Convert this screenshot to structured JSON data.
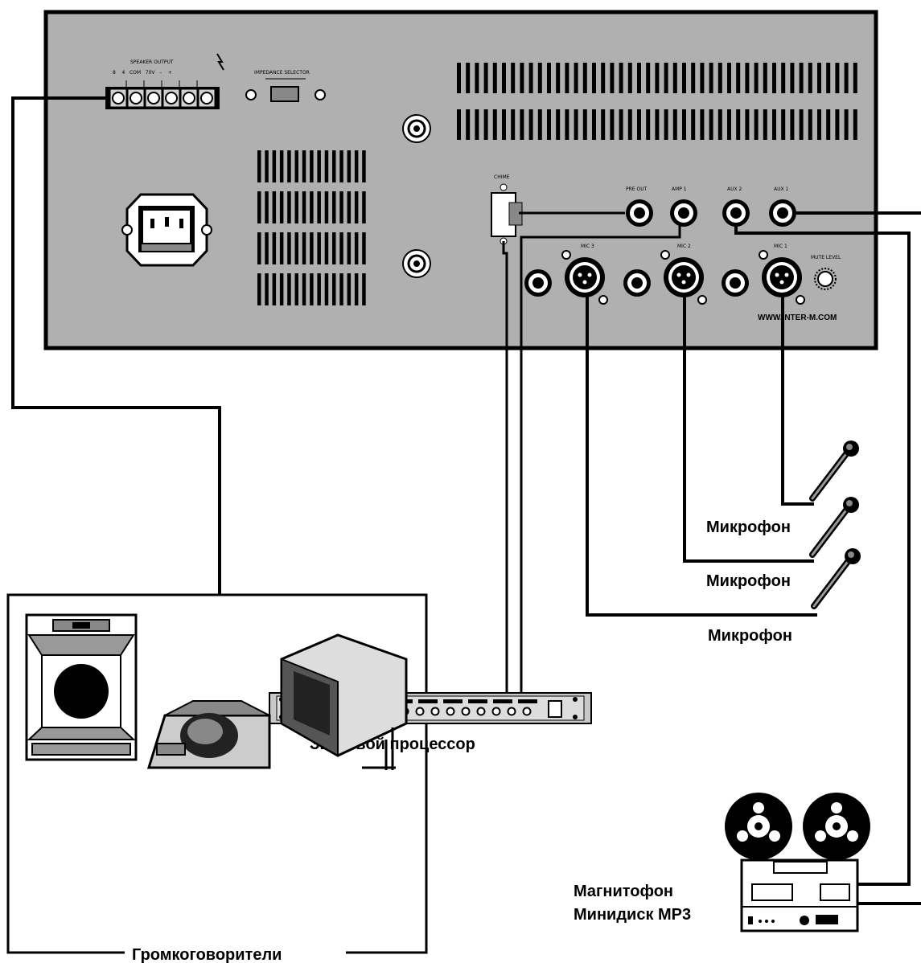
{
  "panel": {
    "speaker_output": "SPEAKER OUTPUT",
    "impedance_selector": "IMPEDANCE SELECTOR",
    "website": "WWW.INTER-M.COM",
    "chime": "CHIME",
    "pre_out": "PRE OUT",
    "amp1": "AMP 1",
    "aux2": "AUX 2",
    "aux1": "AUX 1",
    "mic3": "MIC 3",
    "mic2": "MIC 2",
    "mic1": "MIC 1",
    "mute_level": "MUTE LEVEL"
  },
  "labels": {
    "mic_1": "Микрофон",
    "mic_2": "Микрофон",
    "mic_3": "Микрофон",
    "processor": "Звуковой процессор",
    "recorder_line1": "Магнитофон",
    "recorder_line2": "Минидиск МР3",
    "speakers": "Громкоговорители"
  }
}
